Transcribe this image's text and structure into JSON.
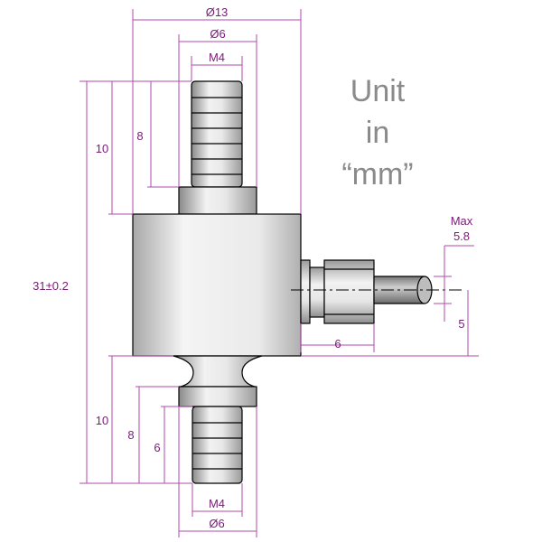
{
  "unit_note": {
    "line1": "Unit",
    "line2": "in",
    "line3": "“mm”"
  },
  "dims": {
    "top_outer_dia": "Ø13",
    "top_stud_dia": "Ø6",
    "top_thread": "M4",
    "top_length": "10",
    "top_thread_length": "8",
    "total_height": "31±0.2",
    "cable_max_label": "Max",
    "cable_max_value": "5.8",
    "cable_offset": "5",
    "connector_length": "6",
    "bottom_length": "10",
    "bottom_thread_length": "8",
    "bottom_inner_length": "6",
    "bottom_thread": "M4",
    "bottom_stud_dia": "Ø6"
  },
  "colors": {
    "dimension": "#b04aae",
    "dimension_text": "#7a1a78",
    "unit_text": "#8a8a8a"
  }
}
